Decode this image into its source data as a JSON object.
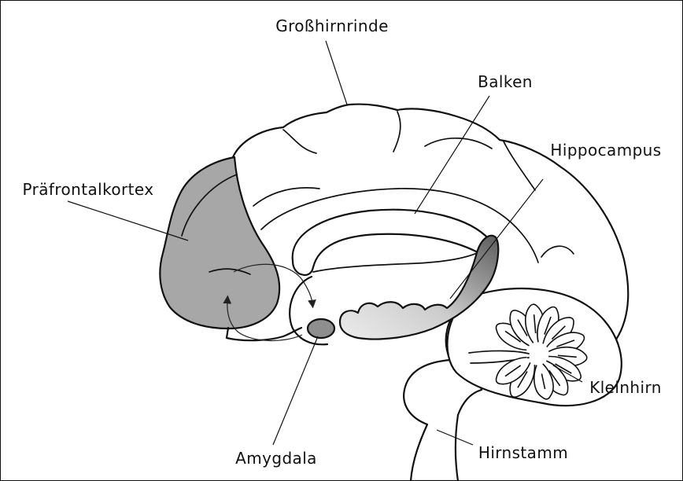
{
  "labels": {
    "cortex": "Großhirnrinde",
    "corpus_callosum": "Balken",
    "hippocampus": "Hippocampus",
    "prefrontal_cortex": "Präfrontalkortex",
    "cerebellum": "Kleinhirn",
    "brainstem": "Hirnstamm",
    "amygdala": "Amygdala"
  },
  "colors": {
    "background": "#ffffff",
    "outline": "#111111",
    "prefrontal_fill": "#a7a7a7",
    "amygdala_fill": "#8e8e8e",
    "hippocampus_light": "#ececec",
    "hippocampus_mid": "#cdcdcd",
    "hippocampus_dark": "#5c5c5c"
  }
}
